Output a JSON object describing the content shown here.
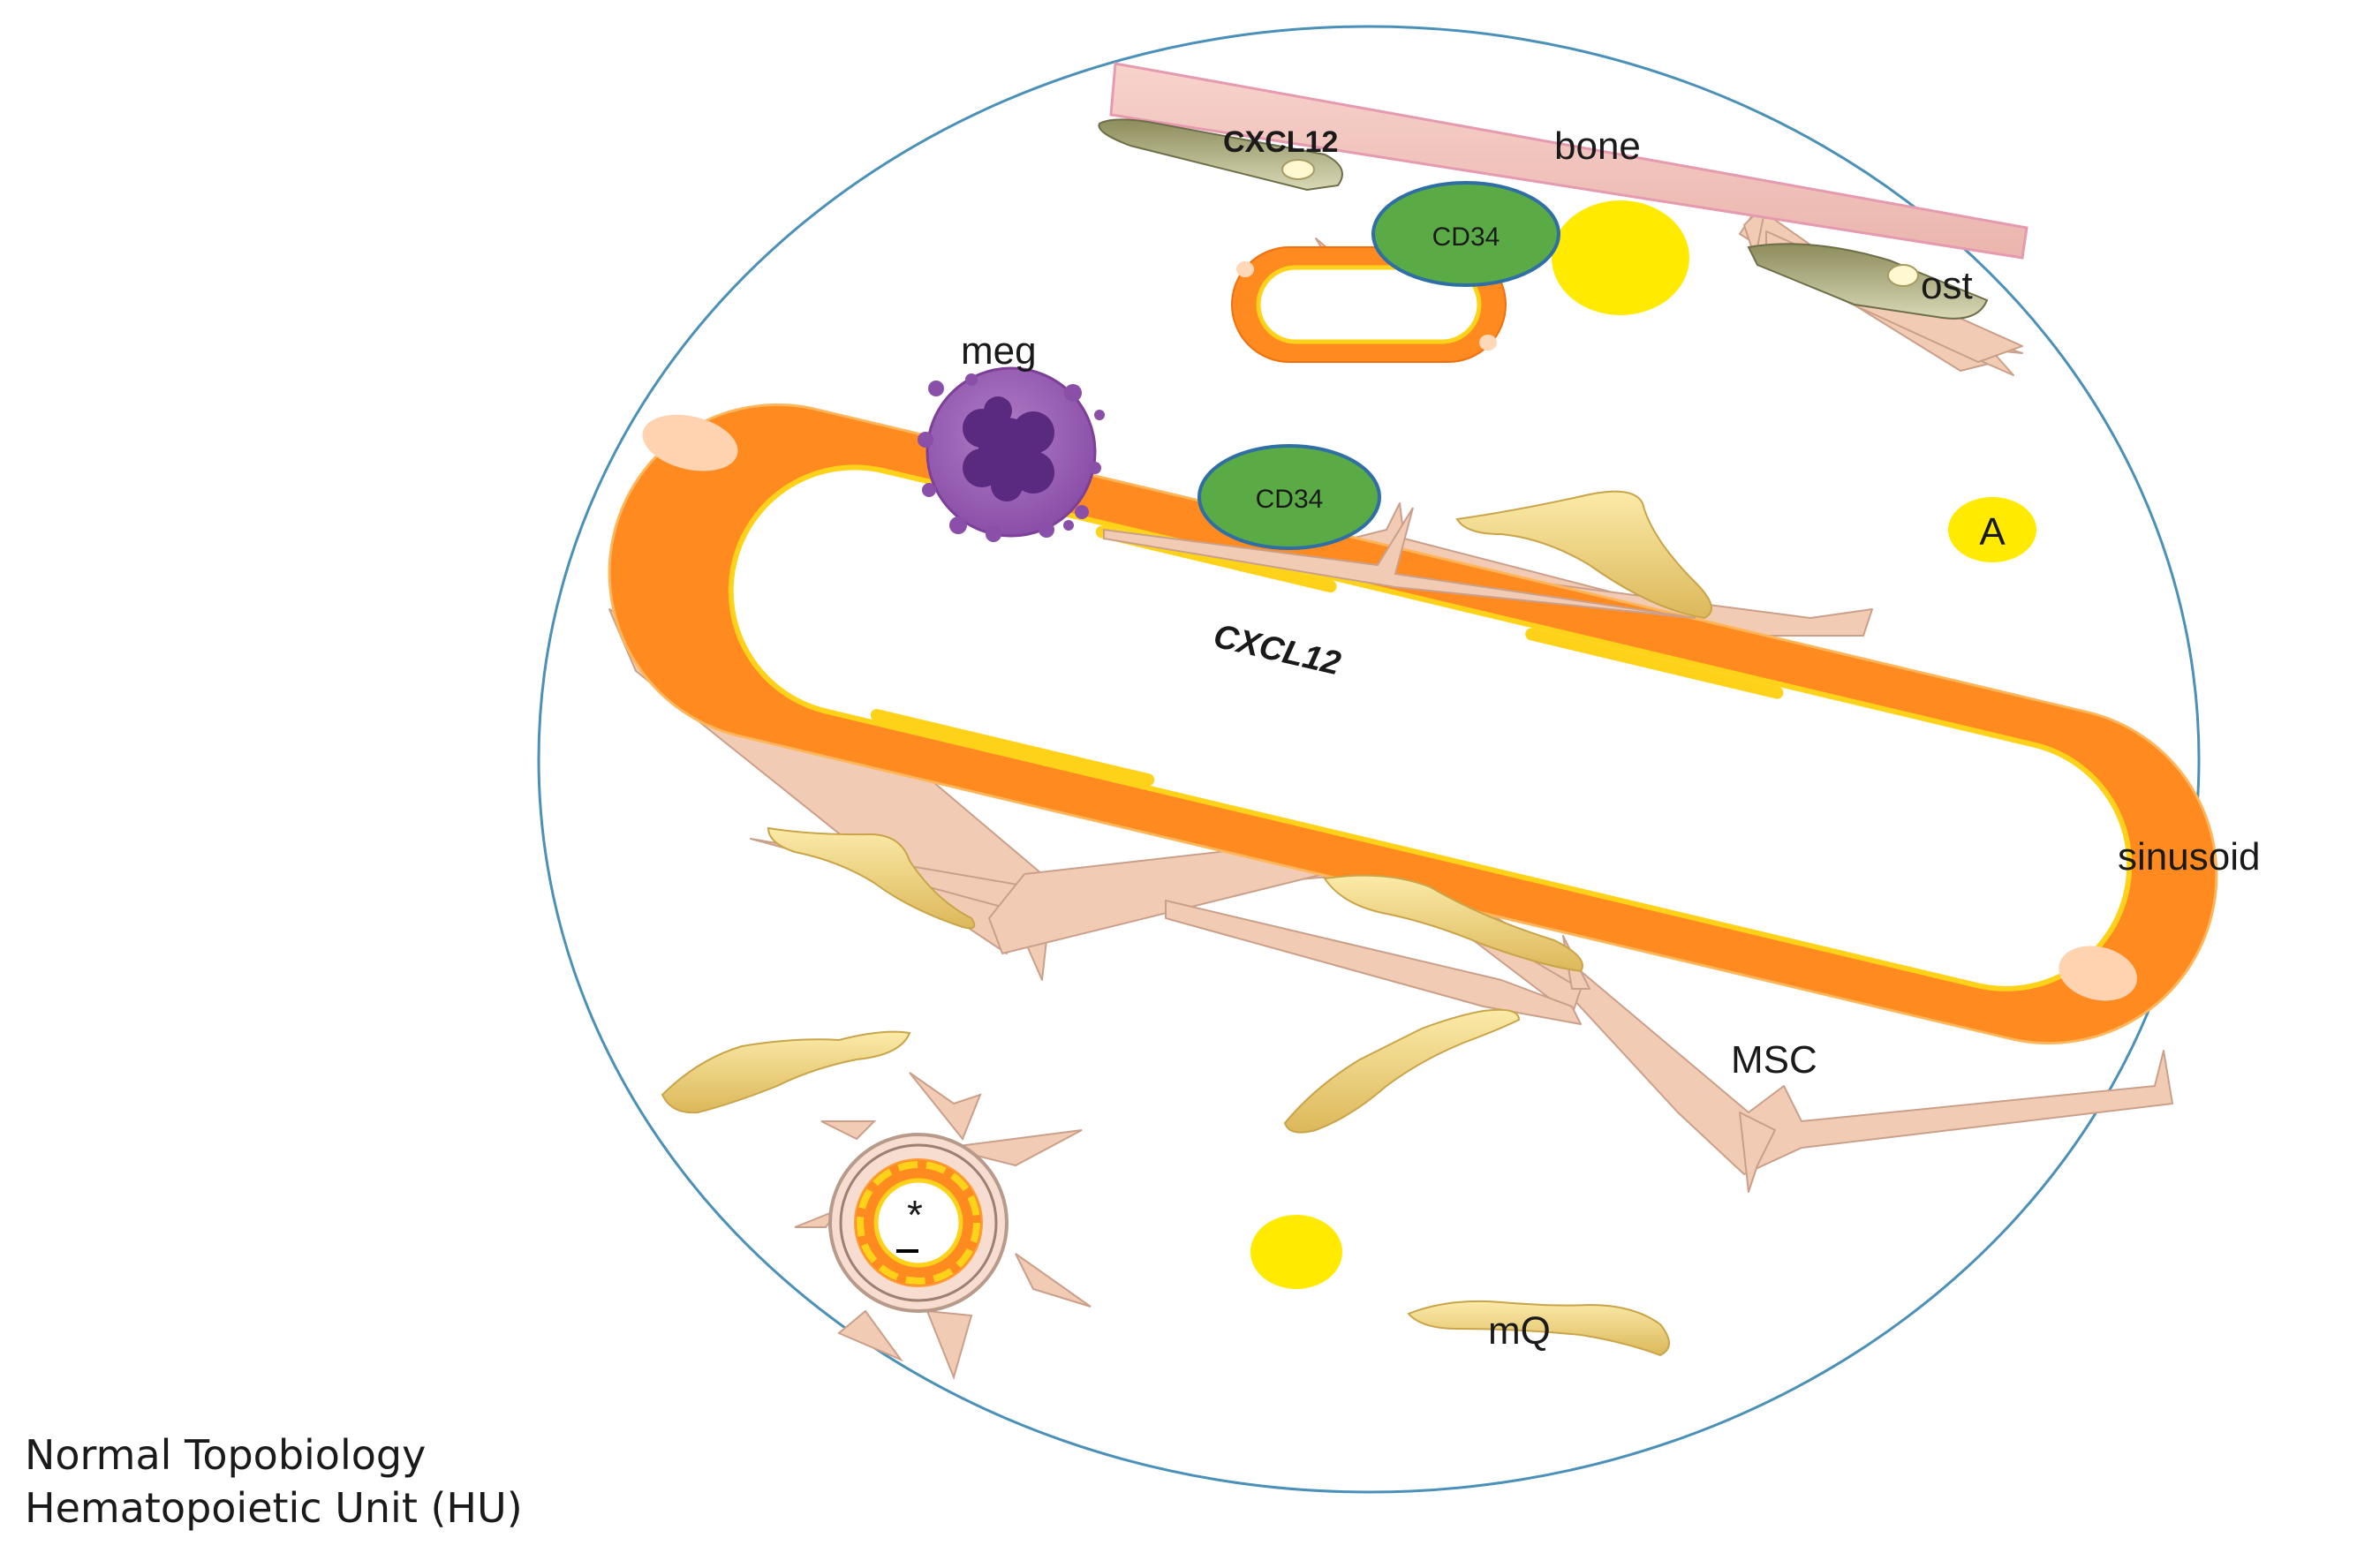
{
  "caption": {
    "line1": "Normal Topobiology",
    "line2": "Hematopoietic Unit (HU)"
  },
  "labels": {
    "bone": "bone",
    "ost": "ost",
    "cxcl12_bone": "CXCL12",
    "cxcl12_sinusoid": "CXCL12",
    "cd34_top": "CD34",
    "cd34_mid": "CD34",
    "meg": "meg",
    "adipocyte": "A",
    "sinusoid": "sinusoid",
    "msc": "MSC",
    "macrophage": "mQ",
    "arteriole_marker": "*"
  },
  "colors": {
    "boundary": "#4a90b8",
    "bone": "#f5c9c1",
    "sinusoid": "#ff8a1f",
    "sinusoid_lining": "#ffd21a",
    "cd34": "#5aaa46",
    "megakaryocyte": "#9b59b6",
    "adipocyte": "#ffea00",
    "stromal": "#f2cbb5",
    "macrophage": "#f0d98a"
  }
}
